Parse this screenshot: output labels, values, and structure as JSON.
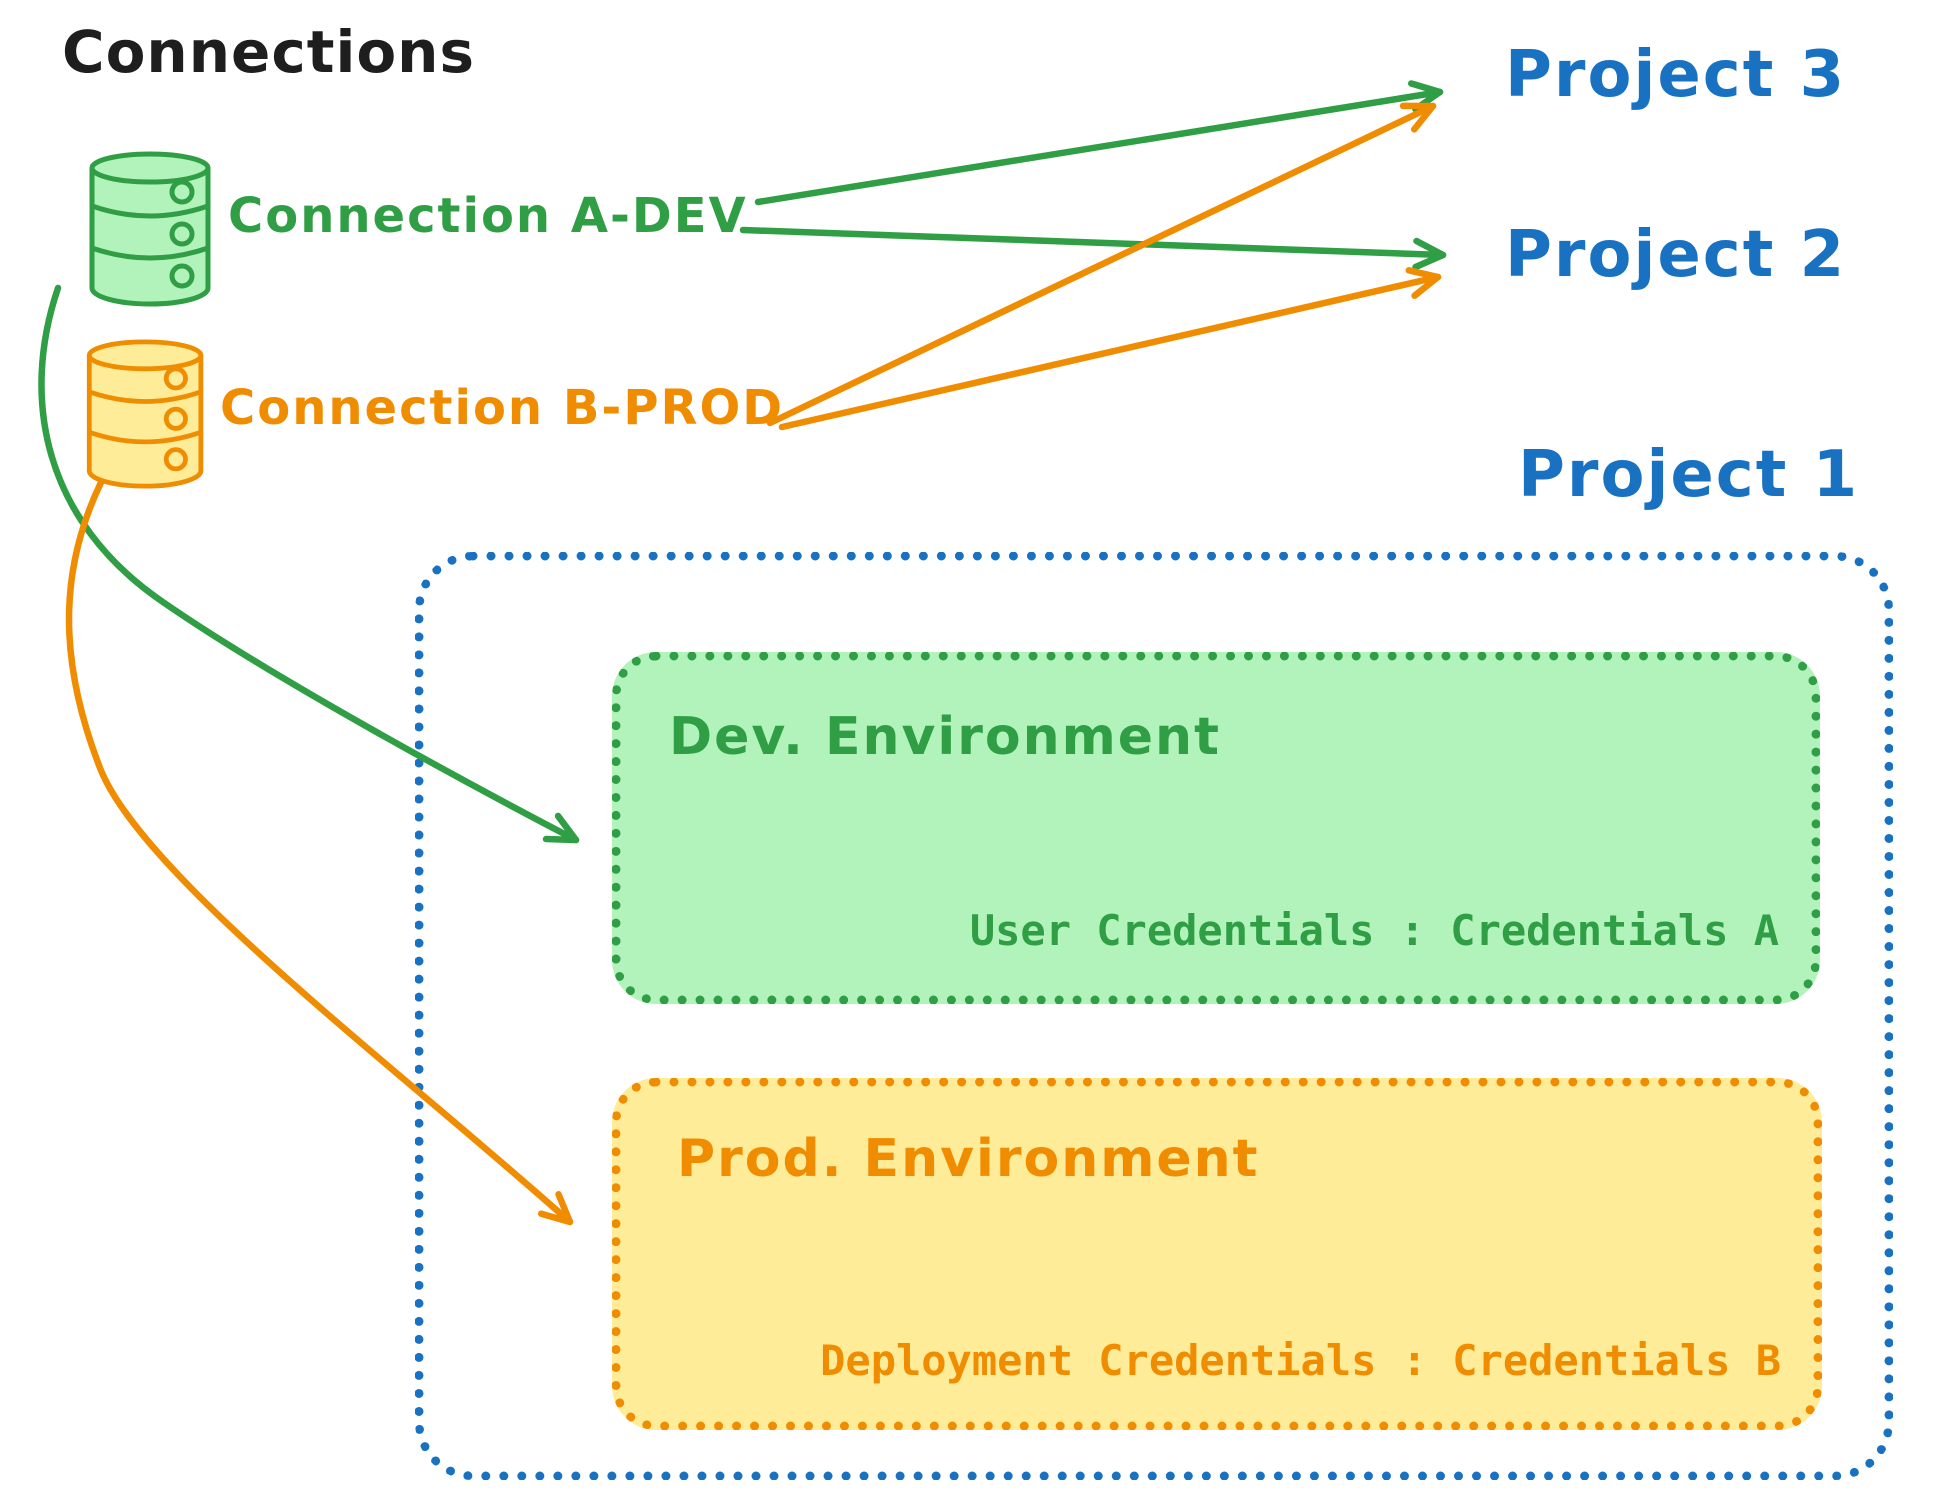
{
  "diagram": {
    "title": "Connections",
    "connections": [
      {
        "label": "Connection A-DEV",
        "icon": "database-icon",
        "color": "#2f9e44"
      },
      {
        "label": "Connection B-PROD",
        "icon": "database-icon",
        "color": "#f08c00"
      }
    ],
    "projects": [
      {
        "label": "Project 3"
      },
      {
        "label": "Project 2"
      },
      {
        "label": "Project 1"
      }
    ],
    "environments": {
      "dev": {
        "title": "Dev. Environment",
        "credentials": "User Credentials : Credentials A"
      },
      "prod": {
        "title": "Prod. Environment",
        "credentials": "Deployment Credentials : Credentials B"
      }
    },
    "edges": [
      {
        "from": "Connection A-DEV",
        "to": "Project 3",
        "color": "#2f9e44"
      },
      {
        "from": "Connection A-DEV",
        "to": "Project 2",
        "color": "#2f9e44"
      },
      {
        "from": "Connection B-PROD",
        "to": "Project 3",
        "color": "#f08c00"
      },
      {
        "from": "Connection B-PROD",
        "to": "Project 2",
        "color": "#f08c00"
      },
      {
        "from": "Connection A-DEV",
        "to": "Dev. Environment",
        "color": "#2f9e44"
      },
      {
        "from": "Connection B-PROD",
        "to": "Prod. Environment",
        "color": "#f08c00"
      }
    ],
    "colors": {
      "green": "#2f9e44",
      "green_fill": "#b2f2bb",
      "orange": "#f08c00",
      "orange_fill": "#ffec99",
      "blue": "#1971c2",
      "ink": "#1e1e1e"
    }
  }
}
